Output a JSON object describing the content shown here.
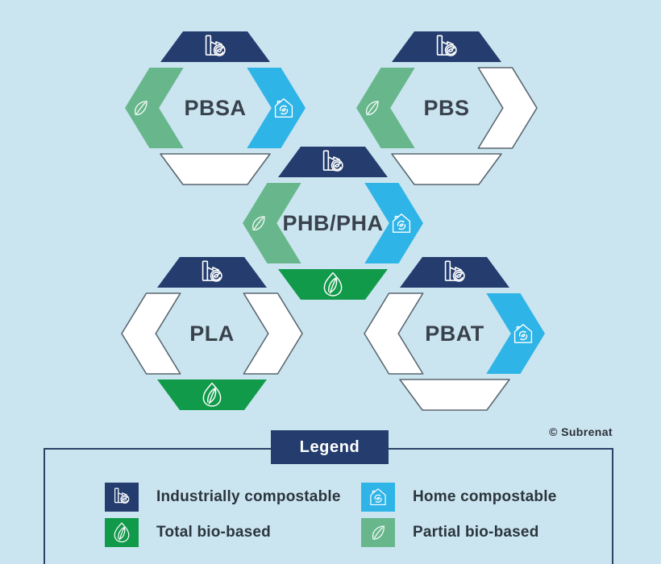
{
  "colors": {
    "background": "#cbe5f0",
    "navy": "#243d6e",
    "cyan": "#2fb4e7",
    "green": "#68b78c",
    "dark_green": "#129a4b",
    "white_segment_fill": "#ffffff",
    "white_segment_border": "#5b6771",
    "label_text": "#39424c"
  },
  "polymers": [
    {
      "name": "PBSA",
      "industrially_compostable": true,
      "home_compostable": true,
      "partial_bio_based": true,
      "total_bio_based": false
    },
    {
      "name": "PBS",
      "industrially_compostable": true,
      "home_compostable": false,
      "partial_bio_based": true,
      "total_bio_based": false
    },
    {
      "name": "PHB/PHA",
      "industrially_compostable": true,
      "home_compostable": true,
      "partial_bio_based": true,
      "total_bio_based": true
    },
    {
      "name": "PLA",
      "industrially_compostable": true,
      "home_compostable": false,
      "partial_bio_based": false,
      "total_bio_based": true
    },
    {
      "name": "PBAT",
      "industrially_compostable": true,
      "home_compostable": true,
      "partial_bio_based": false,
      "total_bio_based": false
    }
  ],
  "legend": {
    "title": "Legend",
    "items": [
      {
        "label": "Industrially compostable",
        "icon": "factory-icon",
        "color_key": "navy"
      },
      {
        "label": "Home compostable",
        "icon": "home-compost-icon",
        "color_key": "cyan"
      },
      {
        "label": "Total bio-based",
        "icon": "total-leaf-icon",
        "color_key": "dark_green"
      },
      {
        "label": "Partial bio-based",
        "icon": "partial-leaf-icon",
        "color_key": "green"
      }
    ]
  },
  "copyright": "© Subrenat"
}
